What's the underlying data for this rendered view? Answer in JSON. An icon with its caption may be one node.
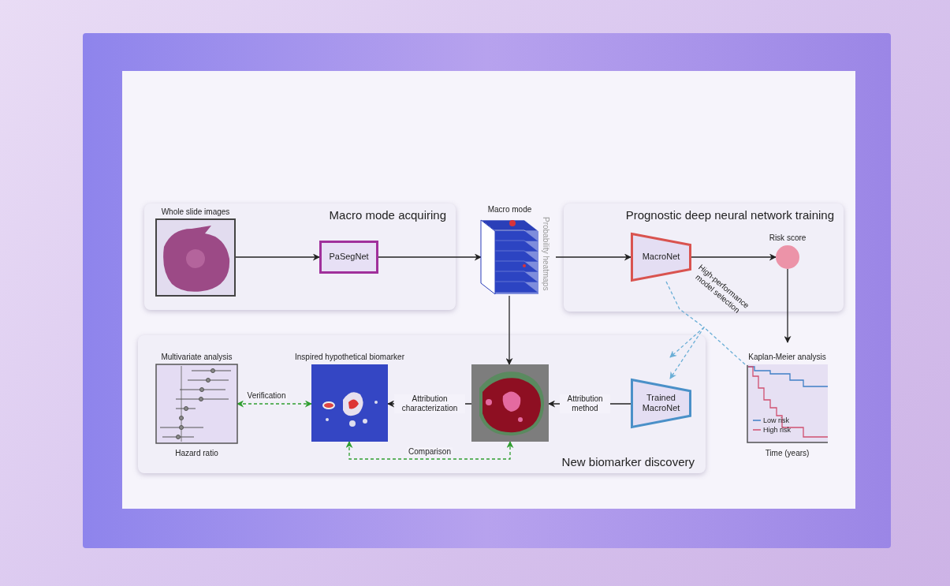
{
  "diagram": {
    "nodes": [
      {
        "text": [
          "Macro mode acquiring"
        ]
      },
      {
        "text": [
          "Whole slide images"
        ],
        "in": 0
      },
      {
        "text": [
          "PaSegNet"
        ],
        "in": 0
      },
      {
        "text": [
          "Macro mode",
          "Probability heatmaps"
        ]
      },
      {
        "text": [
          "Prognostic deep neural network training"
        ]
      },
      {
        "text": [
          "MacroNet"
        ],
        "in": 4
      },
      {
        "text": [
          "Risk score"
        ],
        "in": 4
      },
      {
        "text": [
          "New biomarker discovery"
        ]
      },
      {
        "text": [
          "Multivariate analysis",
          "Hazard ratio"
        ],
        "in": 7
      },
      {
        "text": [
          "Inspired hypothetical biomarker"
        ],
        "in": 7
      },
      {
        "text": [],
        "shape": "picture",
        "in": 7
      },
      {
        "text": [
          "Trained MacroNet"
        ],
        "in": 7
      },
      {
        "text": [
          "Kaplan-Meier analysis",
          "Time (years)"
        ]
      }
    ],
    "edges": [
      {
        "from": 1,
        "to": 2,
        "arrow": "to"
      },
      {
        "from": 2,
        "to": 3,
        "arrow": "to"
      },
      {
        "from": 3,
        "to": 5,
        "arrow": "to"
      },
      {
        "from": 5,
        "to": 6,
        "arrow": "to"
      },
      {
        "from": 6,
        "to": 12,
        "arrow": "to"
      },
      {
        "from": 3,
        "to": 10,
        "arrow": "to"
      },
      {
        "from": 11,
        "to": 10,
        "arrow": "to",
        "label": "Attribution method"
      },
      {
        "from": 10,
        "to": 9,
        "arrow": "to",
        "label": "Attribution characterization"
      },
      {
        "from": 8,
        "to": 9,
        "arrow": "both",
        "label": "Verification",
        "style": "dashed",
        "color": "#2f9e2f"
      },
      {
        "from": 9,
        "to": 10,
        "arrow": "both",
        "label": "Comparison",
        "style": "dashed",
        "color": "#2f9e2f"
      },
      {
        "from": 5,
        "to": 11,
        "arrow": "to",
        "label": "High-performance model selection",
        "style": "dashed",
        "color": "#6aaed6"
      },
      {
        "from": 12,
        "to": 11,
        "arrow": "to",
        "style": "dashed",
        "color": "#6aaed6"
      }
    ],
    "legend": [
      {
        "text": "Low risk"
      },
      {
        "text": "High risk"
      }
    ]
  }
}
